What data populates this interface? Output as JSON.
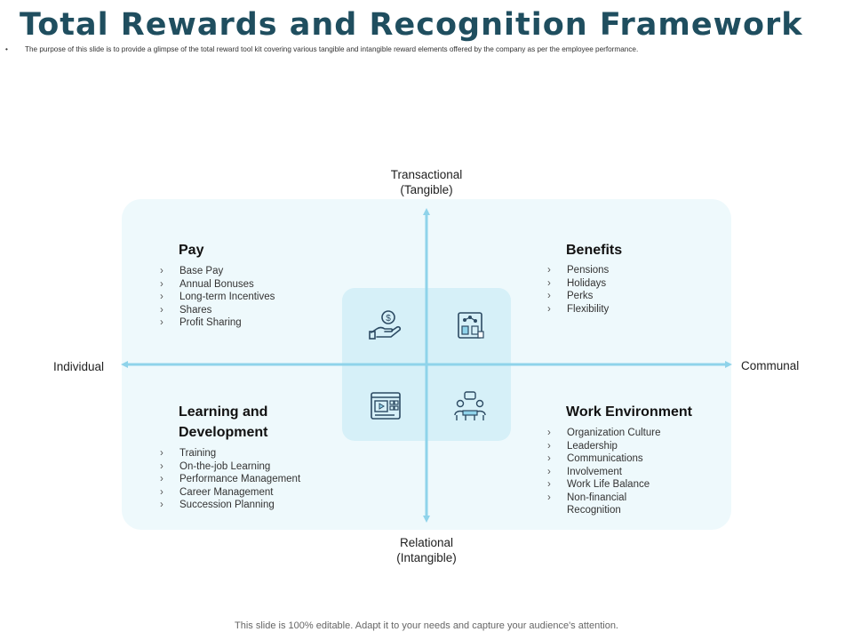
{
  "header": {
    "title": "Total Rewards and Recognition Framework",
    "subtitle": "The purpose of this slide is to provide a glimpse of the total reward tool kit covering various tangible and intangible reward elements offered by the company as per the employee performance."
  },
  "axes": {
    "top": "Transactional\n(Tangible)",
    "bottom": "Relational\n(Intangible)",
    "left": "Individual",
    "right": "Communal"
  },
  "quadrants": {
    "pay": {
      "title": "Pay",
      "icon": "money-hand-icon",
      "items": [
        "Base Pay",
        "Annual Bonuses",
        "Long-term Incentives",
        "Shares",
        "Profit Sharing"
      ]
    },
    "benefits": {
      "title": "Benefits",
      "icon": "benefits-board-icon",
      "items": [
        "Pensions",
        "Holidays",
        "Perks",
        "Flexibility"
      ]
    },
    "learning": {
      "title": "Learning and\nDevelopment",
      "icon": "video-learning-icon",
      "items": [
        "Training",
        "On-the-job Learning",
        "Performance Management",
        "Career Management",
        "Succession Planning"
      ]
    },
    "work": {
      "title": "Work Environment",
      "icon": "team-meeting-icon",
      "items": [
        "Organization Culture",
        "Leadership",
        "Communications",
        "Involvement",
        "Work Life Balance",
        "Non-financial\nRecognition"
      ]
    }
  },
  "colors": {
    "title": "#1f4e5f",
    "frame": "#eef9fc",
    "center": "#d6f0f8",
    "axis": "#8fd3ea",
    "icon": "#2c4a63"
  },
  "footer": {
    "text": "This slide is 100% editable. Adapt it to your needs and capture your audience's attention."
  }
}
